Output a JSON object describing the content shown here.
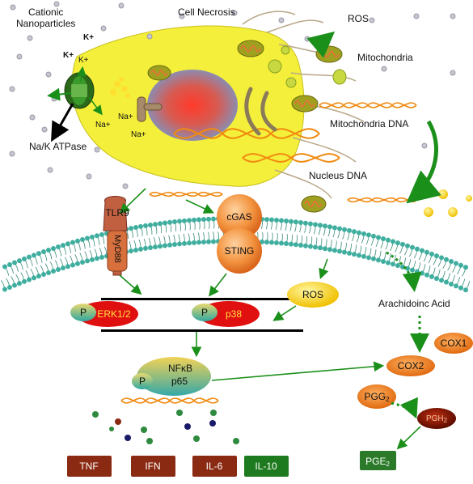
{
  "labels": {
    "cationic_nanoparticles": "Cationic\nNanoparticles",
    "cell_necrosis": "Cell Necrosis",
    "ros_top": "ROS",
    "mitochondria": "Mitochondria",
    "mitochondria_dna": "Mitochondria DNA",
    "nucleus_dna": "Nucleus DNA",
    "na_k_atpase": "Na/K ATPase",
    "k1": "K+",
    "k2": "K+",
    "k3": "K+",
    "na1": "Na+",
    "na2": "Na+",
    "na3": "Na+",
    "arachidonic_acid": "Arachidoinc Acid"
  },
  "nodes": {
    "tlr9": "TLR9",
    "myd88": "MyD88",
    "cgas": "cGAS",
    "sting": "STING",
    "ros_mid": "ROS",
    "p_erk": "P",
    "erk": "ERK1/2",
    "p_p38": "P",
    "p38": "p38",
    "nfkb": "NFκB",
    "p65": "p65",
    "p_nfkb": "P",
    "cox1": "COX1",
    "cox2": "COX2",
    "pgg2_base": "PGG",
    "pgg2_sub": "2",
    "pgh2_base": "PGH",
    "pgh2_sub": "2",
    "pge2_base": "PGE",
    "pge2_sub": "2"
  },
  "cytokines": [
    "TNF",
    "IFN",
    "IL-6",
    "IL-10"
  ],
  "colors": {
    "cell": "#f4ef3a",
    "membrane_head": "#3fae9f",
    "arrow": "#1a8f1a",
    "erk_red": "#e01010",
    "cytokine_brown": "#8b2a12",
    "cytokine_green": "#1e7a1e",
    "orange": "#f08a10"
  }
}
